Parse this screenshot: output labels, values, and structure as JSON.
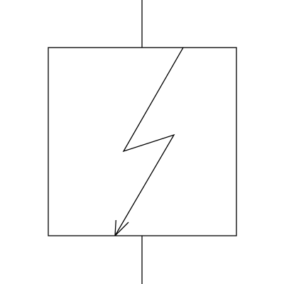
{
  "diagram": {
    "kind": "electrical-schematic-symbol",
    "elements": [
      "top-terminal-lead",
      "component-box",
      "lightning-bolt-arrow",
      "bottom-terminal-lead"
    ],
    "colors": {
      "background": "#ffffff",
      "stroke": "#000000"
    }
  }
}
